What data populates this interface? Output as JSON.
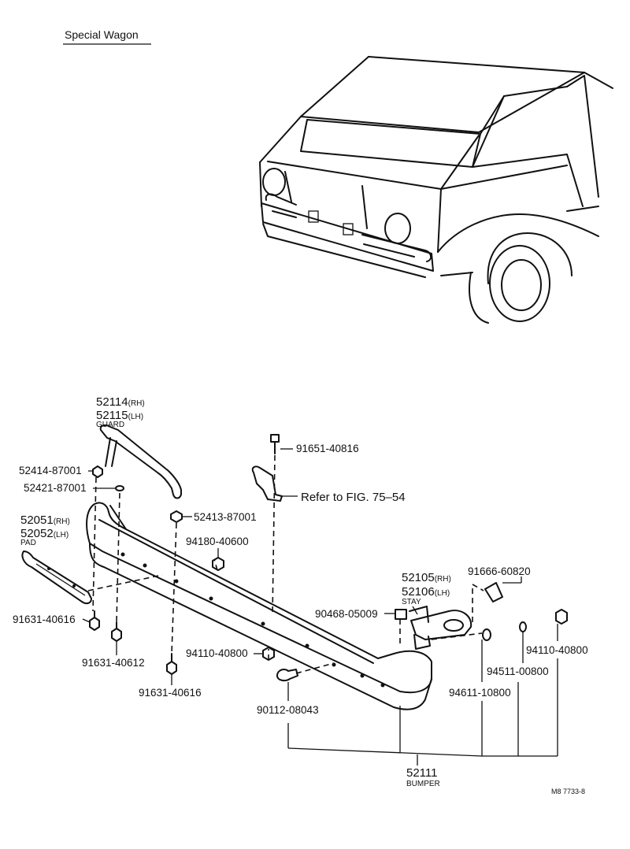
{
  "title": "Special Wagon",
  "figure_code": "M8 7733-8",
  "refer_note": "Refer to FIG. 75–54",
  "parts": {
    "guard_rh": "52114",
    "guard_rh_side": "(RH)",
    "guard_lh": "52115",
    "guard_lh_side": "(LH)",
    "guard_name": "GUARD",
    "pad_rh": "52051",
    "pad_rh_side": "(RH)",
    "pad_lh": "52052",
    "pad_lh_side": "(LH)",
    "pad_name": "PAD",
    "stay_rh": "52105",
    "stay_rh_side": "(RH)",
    "stay_lh": "52106",
    "stay_lh_side": "(LH)",
    "stay_name": "STAY",
    "bumper": "52111",
    "bumper_name": "BUMPER",
    "p52414": "52414-87001",
    "p52421": "52421-87001",
    "p52413": "52413-87001",
    "p91651": "91651-40816",
    "p94180": "94180-40600",
    "p91631_616a": "91631-40616",
    "p91631_612": "91631-40612",
    "p91631_616b": "91631-40616",
    "p94110_a": "94110-40800",
    "p90468": "90468-05009",
    "p91666": "91666-60820",
    "p94110_b": "94110-40800",
    "p94511": "94511-00800",
    "p94611": "94611-10800",
    "p90112": "90112-08043"
  }
}
